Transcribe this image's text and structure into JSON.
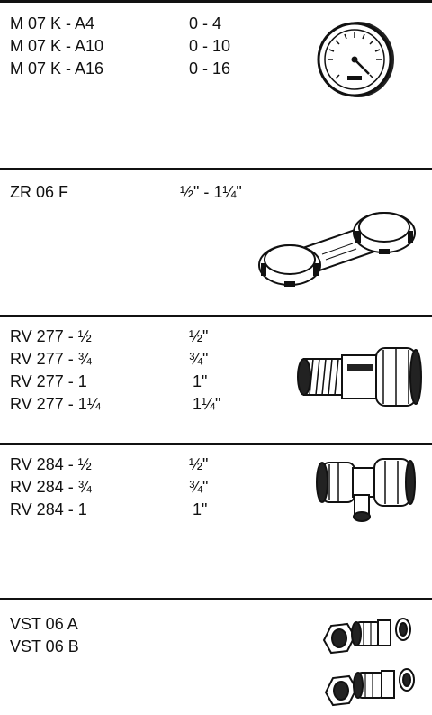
{
  "sections": [
    {
      "id": "manometer",
      "figure_icon": "pressure-gauge-icon",
      "rows": [
        {
          "code": "M 07 K - A4",
          "spec": "0 - 4"
        },
        {
          "code": "M 07 K - A10",
          "spec": "0 - 10"
        },
        {
          "code": "M 07 K - A16",
          "spec": "0 - 16"
        }
      ]
    },
    {
      "id": "zr",
      "figure_icon": "double-clamp-bracket-icon",
      "rows": [
        {
          "code": "ZR 06 F",
          "spec": "½\" - 1¼\""
        }
      ]
    },
    {
      "id": "rv277",
      "figure_icon": "union-fitting-icon",
      "rows": [
        {
          "code": "RV 277 - ½",
          "spec": "½\""
        },
        {
          "code": "RV 277 - ¾",
          "spec": "¾\""
        },
        {
          "code": "RV 277 - 1",
          "spec": "1\""
        },
        {
          "code": "RV 277 - 1¼",
          "spec": "1¼\""
        }
      ]
    },
    {
      "id": "rv284",
      "figure_icon": "angle-union-fitting-icon",
      "rows": [
        {
          "code": "RV 284 - ½",
          "spec": "½\""
        },
        {
          "code": "RV 284 - ¾",
          "spec": "¾\""
        },
        {
          "code": "RV 284 - 1",
          "spec": "1\""
        }
      ]
    },
    {
      "id": "vst",
      "figure_icon": "screw-connector-set-icon",
      "rows": [
        {
          "code": "VST 06 A",
          "spec": ""
        },
        {
          "code": "VST 06 B",
          "spec": ""
        }
      ]
    }
  ]
}
